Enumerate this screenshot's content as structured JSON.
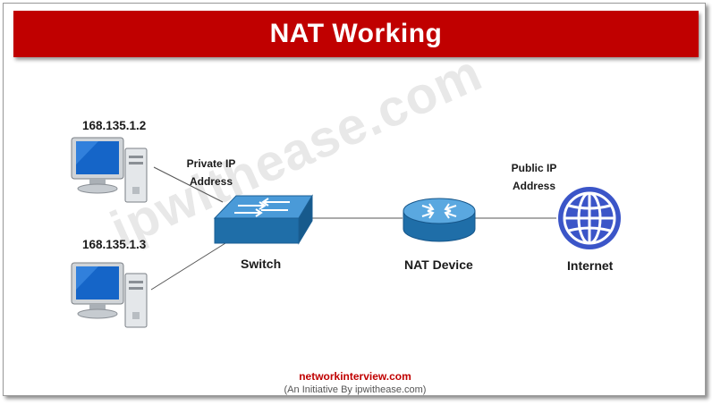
{
  "title": "NAT Working",
  "hosts": [
    {
      "ip": "168.135.1.2"
    },
    {
      "ip": "168.135.1.3"
    }
  ],
  "labels": {
    "private_ip": "Private IP Address",
    "public_ip": "Public IP Address",
    "switch": "Switch",
    "nat_device": "NAT Device",
    "internet": "Internet"
  },
  "watermark": "ipwithease.com",
  "footer": {
    "site": "networkinterview.com",
    "note": "(An Initiative By ipwithease.com)"
  },
  "colors": {
    "title_bar": "#c00000",
    "switch_blue": "#1f6ea8",
    "router_blue": "#2a7dbb",
    "globe_blue": "#3b55c8"
  }
}
